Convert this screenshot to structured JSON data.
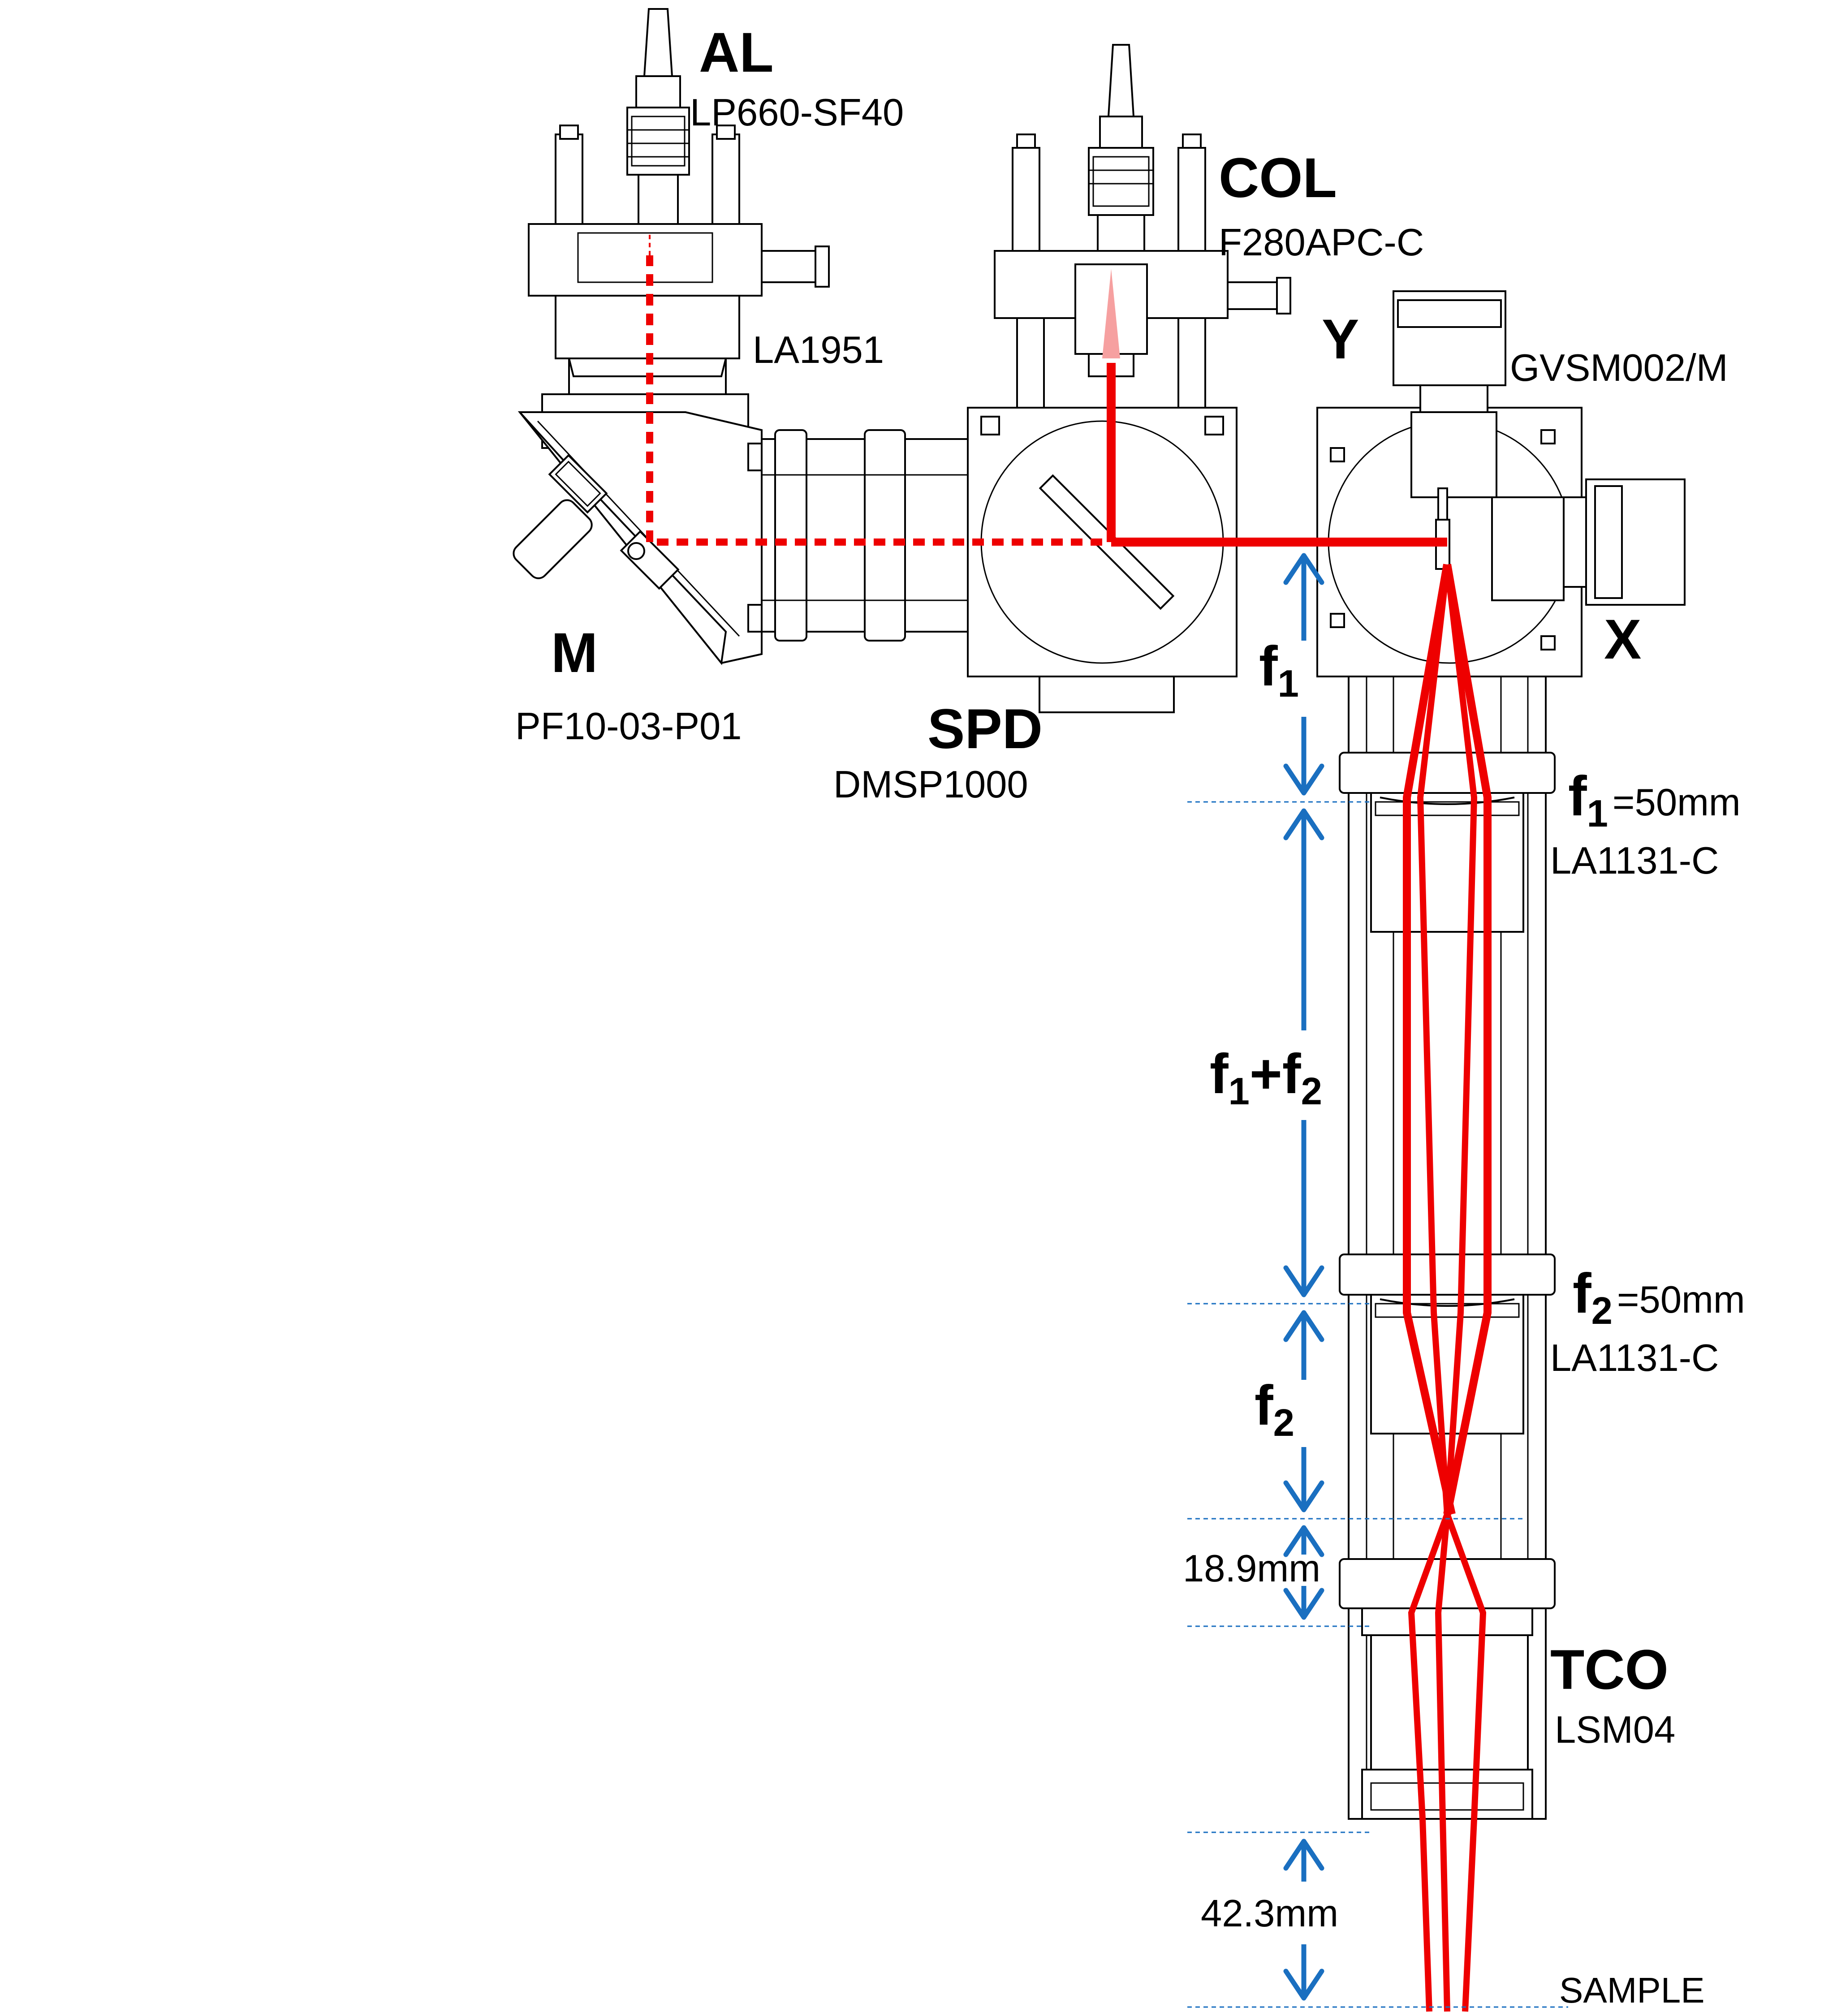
{
  "components": {
    "al": {
      "code": "AL",
      "part": "LP660-SF40"
    },
    "col": {
      "code": "COL",
      "part": "F280APC-C"
    },
    "lens_la1951": {
      "part": "LA1951"
    },
    "galvo": {
      "y_label": "Y",
      "x_label": "X",
      "part": "GVSM002/M"
    },
    "mirror": {
      "code": "M",
      "part": "PF10-03-P01"
    },
    "spd": {
      "code": "SPD",
      "part": "DMSP1000"
    },
    "lens1": {
      "f_main": "f",
      "f_sub": "1",
      "focal": "=50mm",
      "part": "LA1131-C"
    },
    "lens2": {
      "f_main": "f",
      "f_sub": "2",
      "focal": "=50mm",
      "part": "LA1131-C"
    },
    "tco": {
      "code": "TCO",
      "part": "LSM04"
    },
    "sample": {
      "label": "SAMPLE"
    }
  },
  "dimensions": {
    "d1": {
      "main": "f",
      "sub": "1"
    },
    "d2": {
      "main1": "f",
      "sub1": "1",
      "plus": "+",
      "main2": "f",
      "sub2": "2"
    },
    "d3": {
      "main": "f",
      "sub": "2"
    },
    "d4": {
      "text": "18.9mm"
    },
    "d5": {
      "text": "42.3mm"
    }
  },
  "colors": {
    "beam": "#ee0000",
    "dimension": "#1a6fc0",
    "outline": "#000000"
  }
}
